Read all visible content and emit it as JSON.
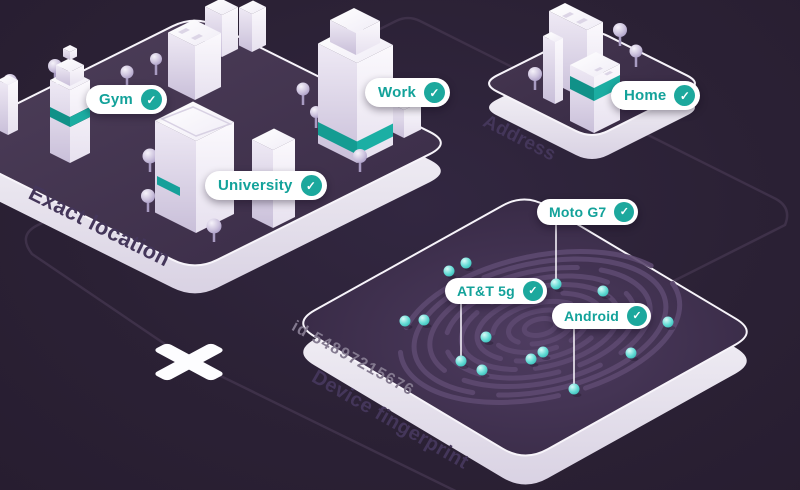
{
  "illustration": {
    "background_color": "#2b2135",
    "accent_teal": "#16a39a",
    "dot_color": "#5fd8d2",
    "platforms": {
      "exact_location": {
        "title": "Exact location"
      },
      "address": {
        "title": "Address"
      },
      "device_fingerprint": {
        "title": "Device fingerprint",
        "device_id": "id 54897215676"
      }
    },
    "badges": {
      "gym": "Gym",
      "university": "University",
      "work": "Work",
      "home": "Home",
      "moto": "Moto G7",
      "att": "AT&T 5g",
      "android": "Android"
    },
    "icons": {
      "check": "✓"
    }
  }
}
